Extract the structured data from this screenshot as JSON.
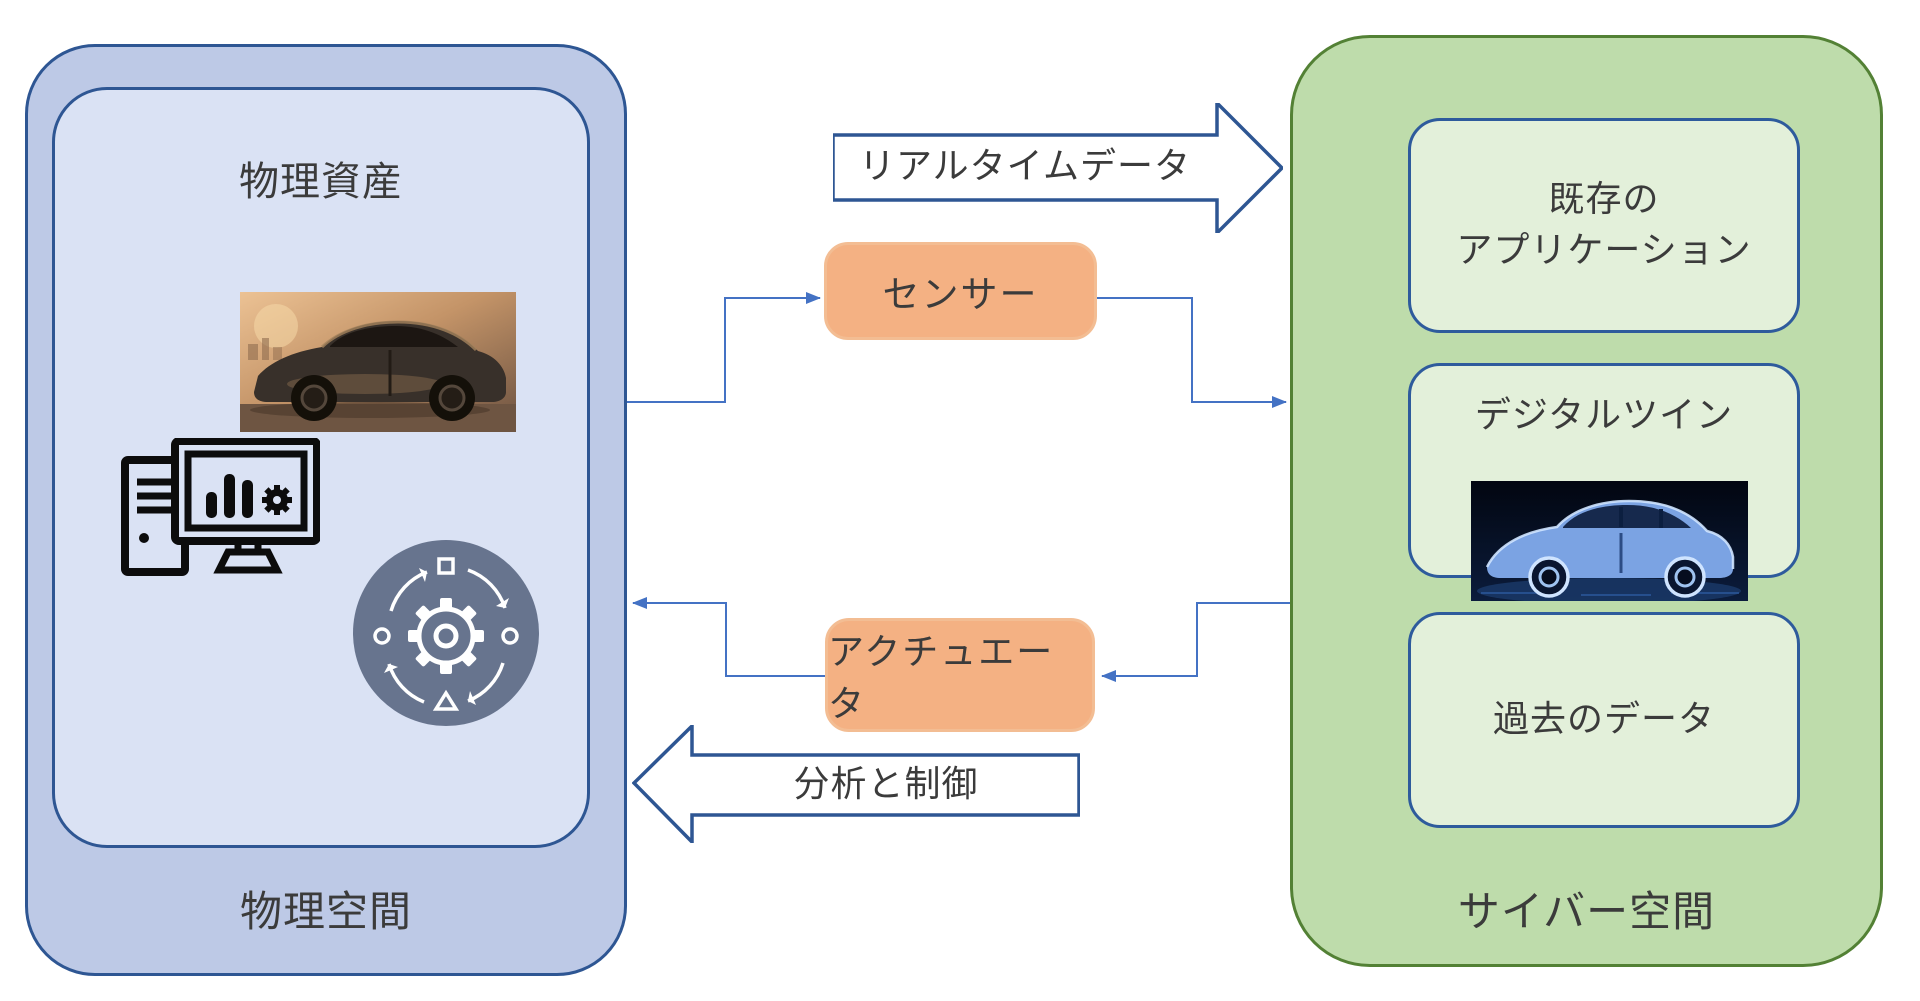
{
  "diagram": {
    "physical": {
      "space_label": "物理空間",
      "asset_label": "物理資産"
    },
    "cyber": {
      "space_label": "サイバー空間",
      "boxes": [
        {
          "label": "既存の\nアプリケーション"
        },
        {
          "label": "デジタルツイン"
        },
        {
          "label": "過去のデータ"
        }
      ]
    },
    "nodes": {
      "sensor": "センサー",
      "actuator": "アクチュエータ"
    },
    "arrows": {
      "to_cyber": "リアルタイムデータ",
      "to_physical": "分析と制御"
    },
    "colors": {
      "physical_outer_fill": "#bdc9e6",
      "physical_inner_fill": "#dae2f4",
      "physical_border": "#2e5693",
      "cyber_outer_fill": "#bedcab",
      "cyber_inner_fill": "#e3f0da",
      "cyber_border": "#538135",
      "inner_box_border": "#2e5b9c",
      "node_fill": "#f4b183",
      "node_border": "#f3bd93",
      "connector_blue": "#4472c4",
      "block_arrow_border": "#2e5693",
      "text": "#3b3b3b"
    }
  }
}
